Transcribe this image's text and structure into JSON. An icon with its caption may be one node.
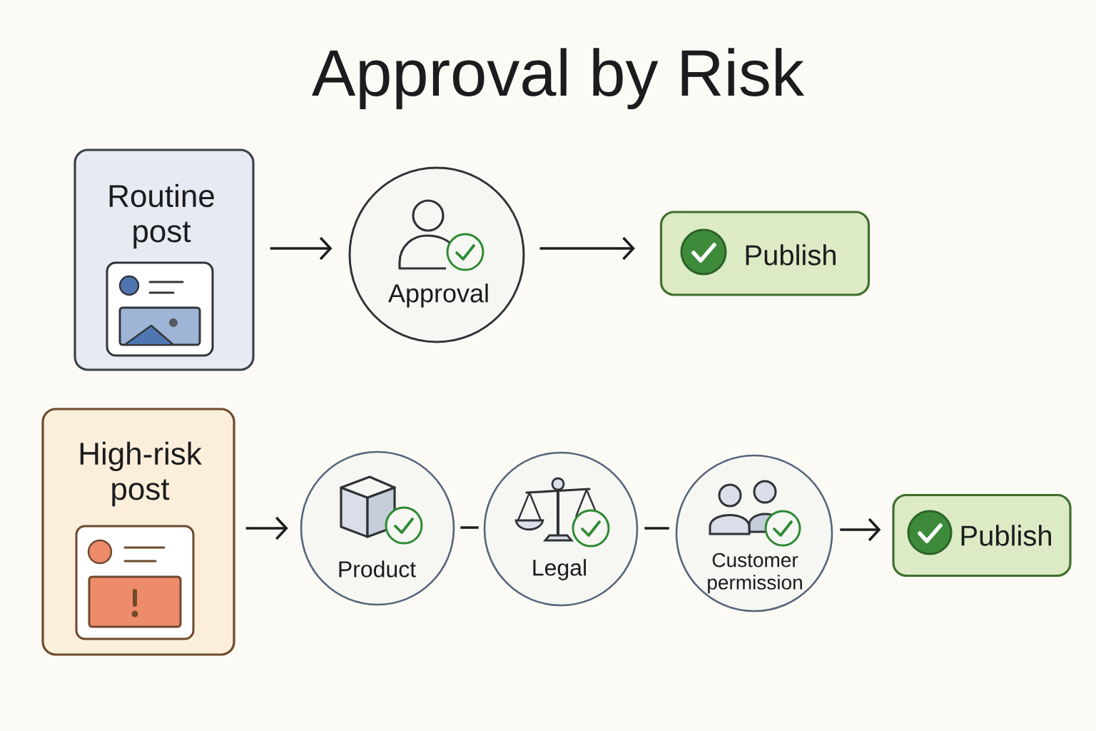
{
  "diagram": {
    "title": "Approval by Risk",
    "nodes": [
      {
        "text": [
          "Routine post"
        ]
      },
      {
        "text": [
          "Approval"
        ]
      },
      {
        "text": [
          "Publish"
        ]
      },
      {
        "text": [
          "High-risk post"
        ]
      },
      {
        "text": [
          "Product"
        ]
      },
      {
        "text": [
          "Legal"
        ]
      },
      {
        "text": [
          "Customer permission"
        ]
      },
      {
        "text": [
          "Publish"
        ]
      }
    ],
    "edges": [
      {
        "from": 0,
        "to": 1,
        "arrow": "to"
      },
      {
        "from": 1,
        "to": 2,
        "arrow": "to"
      },
      {
        "from": 3,
        "to": 4,
        "arrow": "to"
      },
      {
        "from": 4,
        "to": 5,
        "arrow": "none"
      },
      {
        "from": 5,
        "to": 6,
        "arrow": "none"
      },
      {
        "from": 6,
        "to": 7,
        "arrow": "to"
      }
    ]
  }
}
